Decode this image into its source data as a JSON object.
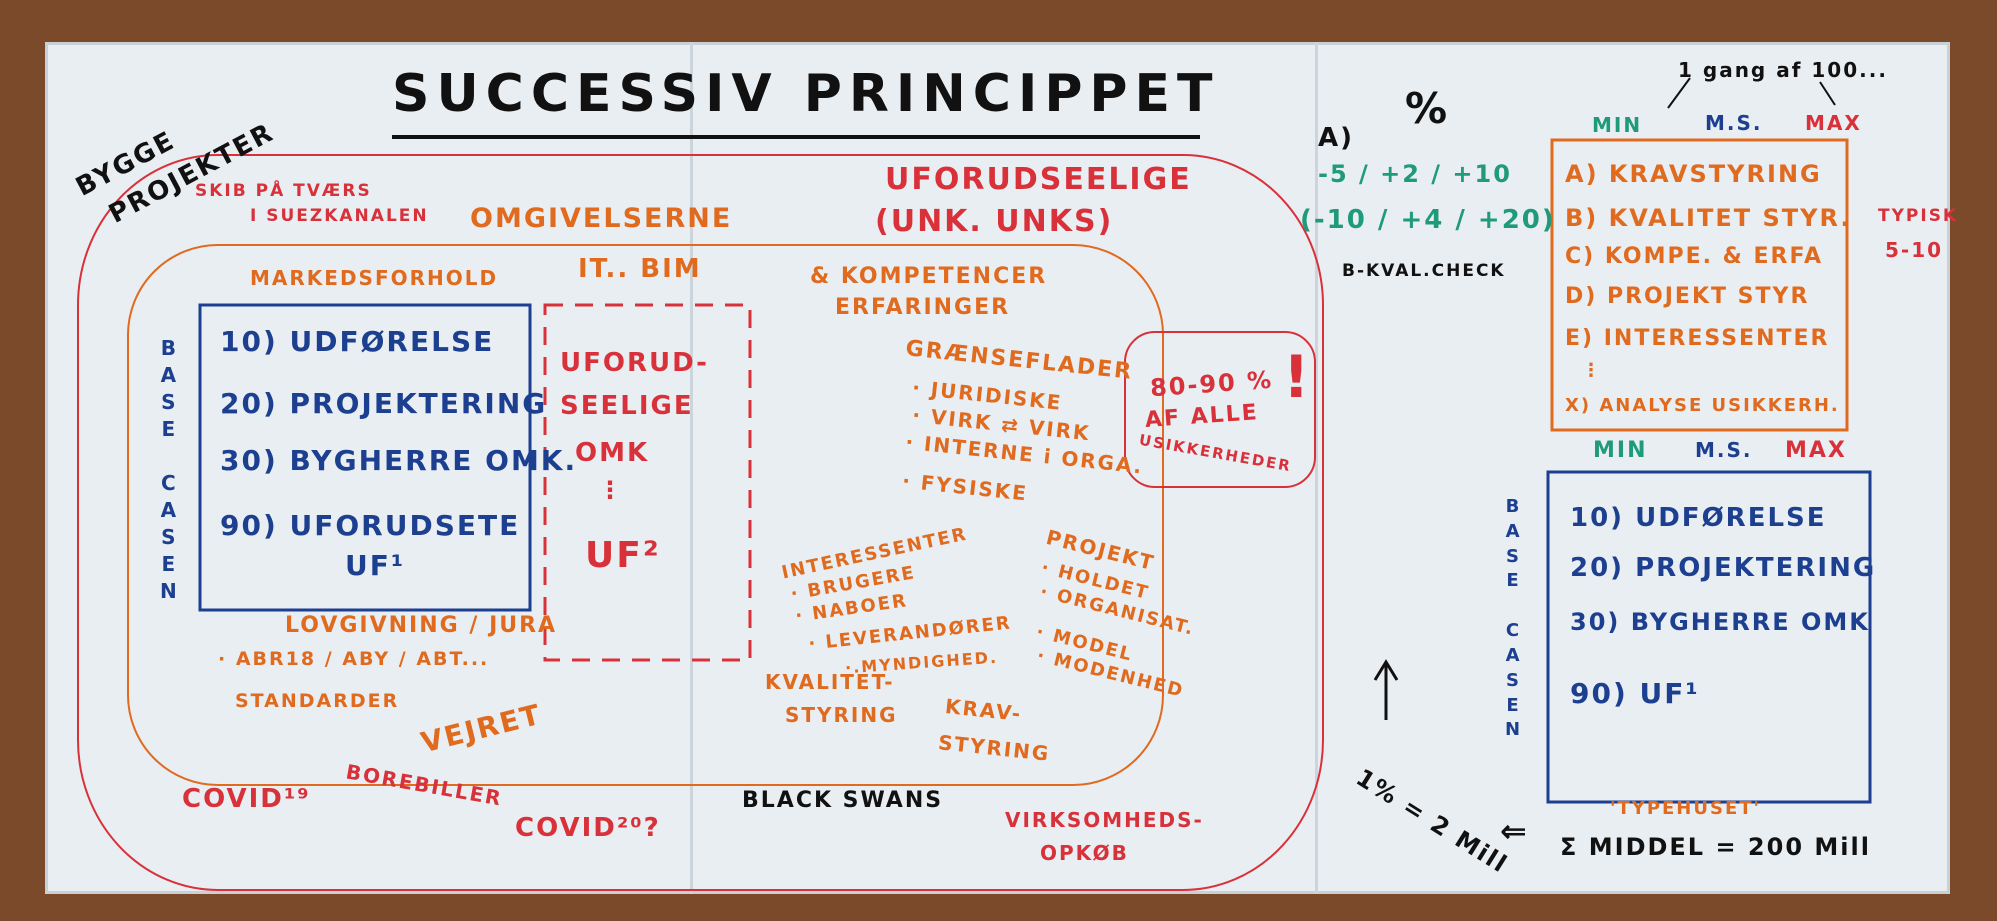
{
  "title": "SUCCESSIV PRINCIPPET",
  "bygge": [
    "BYGGE",
    "PROJEKTER"
  ],
  "outer_ring": {
    "skib": [
      "SKIB PÅ TVÆRS",
      "I SUEZKANALEN"
    ],
    "omgivelserne": "OMGIVELSERNE",
    "uforudseelige": [
      "UFORUDSEELIGE",
      "(UNK. UNKS)"
    ],
    "covid19": "COVID¹⁹",
    "borebiller": "BOREBILLER",
    "covid20": "COVID²⁰?",
    "black_swans": "BLACK SWANS",
    "virksomheds": [
      "VIRKSOMHEDS-",
      "OPKØB"
    ]
  },
  "middle_ring": {
    "markedsforhold": "MARKEDSFORHOLD",
    "it_bim": "IT.. BIM",
    "kompetencer": [
      "& KOMPETENCER",
      "ERFARINGER"
    ],
    "graenseflader": {
      "title": "GRÆNSEFLADER",
      "items": [
        "· JURIDISKE",
        "· VIRK ⇄ VIRK",
        "· INTERNE i ORGA.",
        "· FYSISKE"
      ]
    },
    "interessenter": {
      "title": "INTERESSENTER",
      "items": [
        "· BRUGERE",
        "· NABOER",
        "· LEVERANDØRER",
        "·.MYNDIGHED."
      ]
    },
    "projekt": {
      "title": "PROJEKT",
      "items": [
        "· HOLDET",
        "· ORGANISAT.",
        "· MODEL",
        "· MODENHED"
      ]
    },
    "lovgivning": [
      "LOVGIVNING / JURA",
      "· ABR18 / ABY / ABT...",
      "STANDARDER"
    ],
    "vejret": "VEJRET",
    "kvalitetstyring": [
      "KVALITET-",
      "STYRING"
    ],
    "kravstyring": [
      "KRAV-",
      "STYRING"
    ]
  },
  "share_note": {
    "line1": "80-90 %",
    "line2": "AF ALLE",
    "line3": "USIKKERHEDER",
    "mark": "!"
  },
  "base_case_left": {
    "label": "BASE CASEN",
    "items": [
      "10) UDFØRELSE",
      "20) PROJEKTERING",
      "30) BYGHERRE OMK.",
      "90) UFORUDSETE",
      "UF¹"
    ]
  },
  "dashed_box": {
    "items": [
      "UFORUD-",
      "SEELIGE",
      "OMK",
      "⋮",
      "UF²"
    ]
  },
  "right": {
    "pct": "%",
    "a_label": "A)",
    "row1": "-5 / +2 / +10",
    "row2": "(-10 / +4 / +20)",
    "check": "B-KVAL.CHECK",
    "annotation": "1 gang af 100...",
    "headers": [
      "MIN",
      "M.S.",
      "MAX"
    ],
    "list": [
      "A) KRAVSTYRING",
      "B) KVALITET STYR.",
      "C) KOMPE. & ERFA",
      "D) PROJEKT STYR",
      "E) INTERESSENTER",
      "⋮",
      "X) ANALYSE USIKKERH."
    ],
    "typisk": [
      "TYPISK",
      "5-10"
    ],
    "headers2": [
      "MIN",
      "M.S.",
      "MAX"
    ],
    "base_case_label": "BASE CASEN",
    "base_items": [
      "10) UDFØRELSE",
      "20) PROJEKTERING",
      "30) BYGHERRE OMK",
      "90) UF¹"
    ],
    "typehuset": "'TYPEHUSET'",
    "one_pct": "1% = 2 Mill",
    "arrow": "⇐",
    "sum": "Σ MIDDEL = 200 Mill"
  },
  "colors": {
    "red": "#d8313a",
    "orange": "#e06a1e",
    "blue": "#1c3f8f",
    "green": "#1f9a7a",
    "black": "#111111"
  }
}
